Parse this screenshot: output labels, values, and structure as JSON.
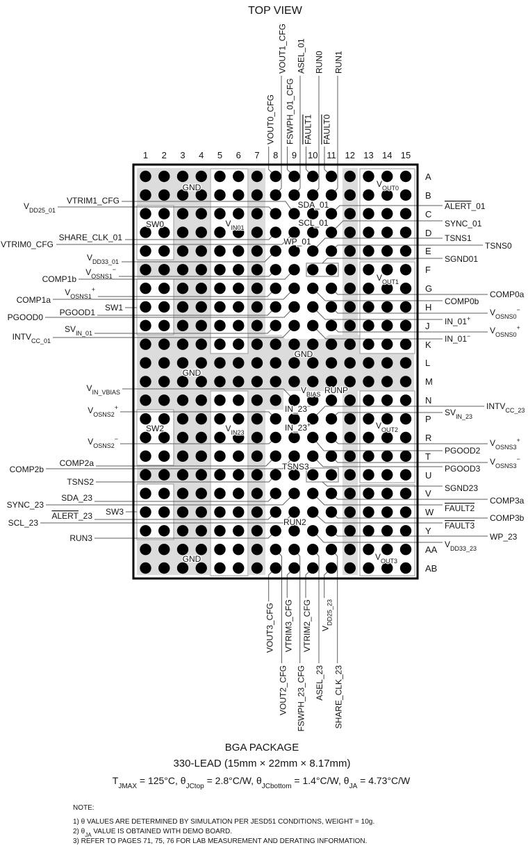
{
  "title": "TOP VIEW",
  "grid": {
    "columns": [
      "1",
      "2",
      "3",
      "4",
      "5",
      "6",
      "7",
      "8",
      "9",
      "10",
      "11",
      "12",
      "13",
      "14",
      "15"
    ],
    "rows": [
      "A",
      "B",
      "C",
      "D",
      "E",
      "F",
      "G",
      "H",
      "J",
      "K",
      "L",
      "M",
      "N",
      "P",
      "R",
      "T",
      "U",
      "V",
      "W",
      "Y",
      "AA",
      "AB"
    ]
  },
  "colors": {
    "gnd_shading": "#dcdcdc",
    "ball": "#000000",
    "outline": "#000000",
    "leader_line": "#5e5e5e",
    "region_box": "#9a9a9a"
  },
  "regions": {
    "gnd": [
      "GND",
      "GND",
      "GND",
      "GND"
    ],
    "sw0": "SW0",
    "sw2": "SW2",
    "vin01": {
      "t": "V",
      "sub": "IN01"
    },
    "vin23": {
      "t": "V",
      "sub": "IN23"
    },
    "vout0": {
      "t": "V",
      "sub": "OUT0"
    },
    "vout1": {
      "t": "V",
      "sub": "OUT1"
    },
    "vout2": {
      "t": "V",
      "sub": "OUT2"
    },
    "vout3": {
      "t": "V",
      "sub": "OUT3"
    },
    "sda_01": "SDA_01",
    "scl_01": "SCL_01",
    "wp_01": "WP_01",
    "vbias": {
      "t": "V",
      "sub": "BIAS"
    },
    "runp": "RUNP",
    "in_23_minus": {
      "t": "IN_23",
      "sup": "−"
    },
    "in_23_plus": {
      "t": "IN_23",
      "sup": "+"
    },
    "tsns3": "TSNS3",
    "run2": "RUN2"
  },
  "pins": {
    "top": [
      {
        "t": "VOUT0_CFG"
      },
      {
        "t": "VOUT1_CFG"
      },
      {
        "t": "FSWPH_01_CFG"
      },
      {
        "t": "ASEL_01"
      },
      {
        "bar": "FAULT1"
      },
      {
        "t": "RUN0"
      },
      {
        "bar": "FAULT0"
      },
      {
        "t": "RUN1"
      }
    ],
    "bottom": [
      {
        "t": "VOUT3_CFG"
      },
      {
        "t": "VOUT2_CFG"
      },
      {
        "t": "VTRIM3_CFG"
      },
      {
        "t": "FSWPH_23_CFG"
      },
      {
        "t": "VTRIM2_CFG"
      },
      {
        "t": "ASEL_23"
      },
      {
        "t": "V",
        "sub": "DD25_23"
      },
      {
        "t": "SHARE_CLK_23"
      }
    ],
    "left": [
      {
        "t": "VTRIM1_CFG"
      },
      {
        "t": "V",
        "sub": "DD25_01"
      },
      {
        "t": "SHARE_CLK_01"
      },
      {
        "t": "VTRIM0_CFG"
      },
      {
        "t": "V",
        "sub": "DD33_01"
      },
      {
        "t": "V",
        "sub": "OSNS1",
        "sup": "−"
      },
      {
        "t": "COMP1b"
      },
      {
        "t": "V",
        "sub": "OSNS1",
        "sup": "+"
      },
      {
        "t": "COMP1a"
      },
      {
        "t": "SW1"
      },
      {
        "t": "PGOOD1"
      },
      {
        "t": "PGOOD0"
      },
      {
        "t": "SV",
        "sub": "IN_01"
      },
      {
        "t": "INTV",
        "sub": "CC_01"
      },
      {
        "t": "V",
        "sub": "IN_VBIAS"
      },
      {
        "t": "V",
        "sub": "OSNS2",
        "sup": "+"
      },
      {
        "t": "V",
        "sub": "OSNS2",
        "sup": "−"
      },
      {
        "t": "COMP2a"
      },
      {
        "t": "COMP2b"
      },
      {
        "t": "TSNS2"
      },
      {
        "t": "SDA_23"
      },
      {
        "t": "SYNC_23"
      },
      {
        "t": "SW3"
      },
      {
        "bar": "ALERT",
        "post": "_23"
      },
      {
        "t": "SCL_23"
      },
      {
        "t": "RUN3"
      }
    ],
    "right": [
      {
        "bar": "ALERT",
        "post": "_01"
      },
      {
        "t": "SYNC_01"
      },
      {
        "t": "TSNS1"
      },
      {
        "t": "TSNS0"
      },
      {
        "t": "SGND01"
      },
      {
        "t": "COMP0a"
      },
      {
        "t": "COMP0b"
      },
      {
        "t": "V",
        "sub": "OSNS0",
        "sup": "−"
      },
      {
        "t": "IN_01",
        "sup": "+"
      },
      {
        "t": "V",
        "sub": "OSNS0",
        "sup": "+"
      },
      {
        "t": "IN_01",
        "sup": "−"
      },
      {
        "t": "INTV",
        "sub": "CC_23"
      },
      {
        "t": "SV",
        "sub": "IN_23"
      },
      {
        "t": "V",
        "sub": "OSNS3",
        "sup": "+"
      },
      {
        "t": "PGOOD2"
      },
      {
        "t": "V",
        "sub": "OSNS3",
        "sup": "−"
      },
      {
        "t": "PGOOD3"
      },
      {
        "t": "SGND23"
      },
      {
        "t": "COMP3a"
      },
      {
        "bar": "FAULT2"
      },
      {
        "t": "COMP3b"
      },
      {
        "bar": "FAULT3"
      },
      {
        "t": "WP_23"
      },
      {
        "t": "V",
        "sub": "DD33_23"
      }
    ]
  },
  "package": {
    "name": "BGA PACKAGE",
    "lead": "330-LEAD (15mm × 22mm × 8.17mm)",
    "thermal": {
      "p1": "T",
      "s1": "JMAX",
      "p2": " = 125°C, θ",
      "s2": "JCtop",
      "p3": " = 2.8°C/W, θ",
      "s3": "JCbottom",
      "p4": " = 1.4°C/W, θ",
      "s4": "JA",
      "p5": " = 4.73°C/W"
    }
  },
  "notes": {
    "heading": "NOTE:",
    "items": [
      {
        "t": "1) θ VALUES ARE DETERMINED BY SIMULATION PER JESD51 CONDITIONS, WEIGHT = 10g."
      },
      {
        "t": "2) θ",
        "sub": "JA",
        "post": " VALUE IS OBTAINED WITH DEMO BOARD."
      },
      {
        "t": "3) REFER TO PAGES 71, 75, 76 FOR LAB MEASUREMENT AND DERATING INFORMATION."
      }
    ]
  }
}
